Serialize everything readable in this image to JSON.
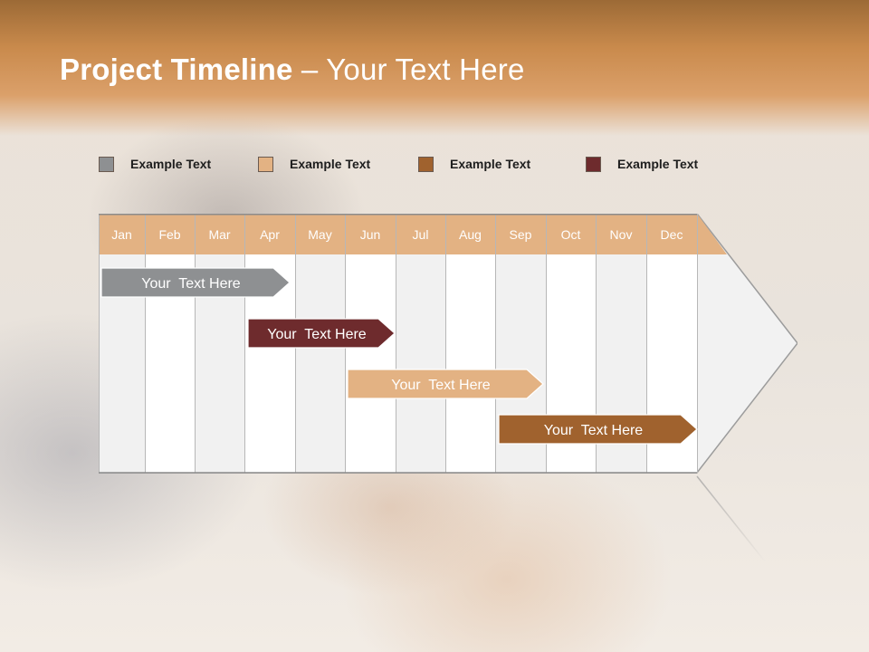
{
  "slide": {
    "title_bold": "Project Timeline",
    "title_rest": " – Your Text Here"
  },
  "legend": [
    {
      "label": "Example Text",
      "color": "#8e9092"
    },
    {
      "label": "Example Text",
      "color": "#e3b283"
    },
    {
      "label": "Example Text",
      "color": "#a0622e"
    },
    {
      "label": "Example Text",
      "color": "#6e2b2d"
    }
  ],
  "months": [
    "Jan",
    "Feb",
    "Mar",
    "Apr",
    "May",
    "Jun",
    "Jul",
    "Aug",
    "Sep",
    "Oct",
    "Nov",
    "Dec"
  ],
  "tasks": [
    {
      "label": "Your  Text Here",
      "color": "#8e9092"
    },
    {
      "label": "Your  Text Here",
      "color": "#6e2b2d"
    },
    {
      "label": "Your  Text Here",
      "color": "#e3b283"
    },
    {
      "label": "Your  Text Here",
      "color": "#a0622e"
    }
  ],
  "colors": {
    "header_cell": "#e3b283",
    "grid_line": "#b7b7b7"
  }
}
